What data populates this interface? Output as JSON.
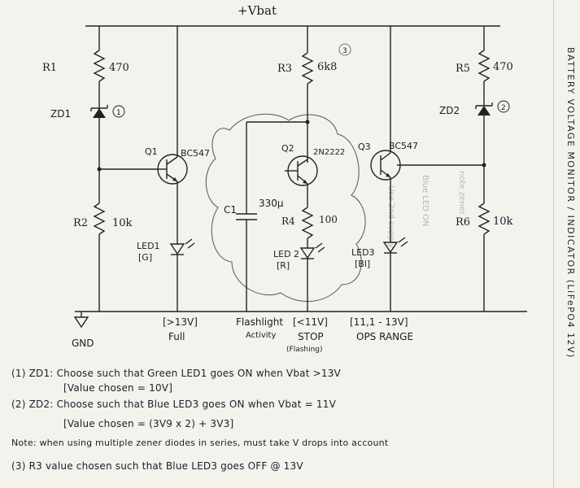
{
  "supply": "+Vbat",
  "components": {
    "r1": {
      "ref": "R1",
      "value": "470"
    },
    "r2": {
      "ref": "R2",
      "value": "10k"
    },
    "r3": {
      "ref": "R3",
      "value": "6k8",
      "note": "3"
    },
    "r4": {
      "ref": "R4",
      "value": "100"
    },
    "r5": {
      "ref": "R5",
      "value": "470"
    },
    "r6": {
      "ref": "R6",
      "value": "10k"
    },
    "zd1": {
      "ref": "ZD1",
      "note": "1"
    },
    "zd2": {
      "ref": "ZD2",
      "note": "2"
    },
    "q1": {
      "ref": "Q1",
      "part": "BC547"
    },
    "q2": {
      "ref": "Q2",
      "part": "2N2222"
    },
    "q3": {
      "ref": "Q3",
      "part": "BC547"
    },
    "c1": {
      "ref": "C1",
      "value": "330μ"
    },
    "led1": {
      "ref": "LED1",
      "color": "[G]"
    },
    "led2": {
      "ref": "LED 2",
      "color": "[R]"
    },
    "led3": {
      "ref": "LED3",
      "color": "[Bl]"
    }
  },
  "labels": {
    "gnd": "GND",
    "full_range": "[>13V]",
    "full": "Full",
    "flashlight": "Flashlight",
    "flashlight_sub": "Activity",
    "stop_range": "[<11V]",
    "stop": "STOP",
    "stop_sub": "(Flashing)",
    "ops_range": "[11,1 - 13V]",
    "ops": "OPS RANGE"
  },
  "notes": [
    "(1) ZD1: Choose such that Green LED1 goes ON when Vbat >13V",
    "[Value chosen = 10V]",
    "(2) ZD2: Choose such that Blue LED3 goes ON when Vbat = 11V",
    "[Value chosen = (3V9 x 2) + 3V3]",
    "Note: when using multiple zener diodes in series, must take V drops into account",
    "(3) R3 value chosen such that Blue LED3 goes OFF @ 13V"
  ],
  "side_title": "BATTERY VOLTAGE MONITOR / INDICATOR (LiFePO4 12V)",
  "colors": {
    "ink": "#1c1c28",
    "paper": "#f4f2ec",
    "pencil": "#b9b7b0"
  }
}
